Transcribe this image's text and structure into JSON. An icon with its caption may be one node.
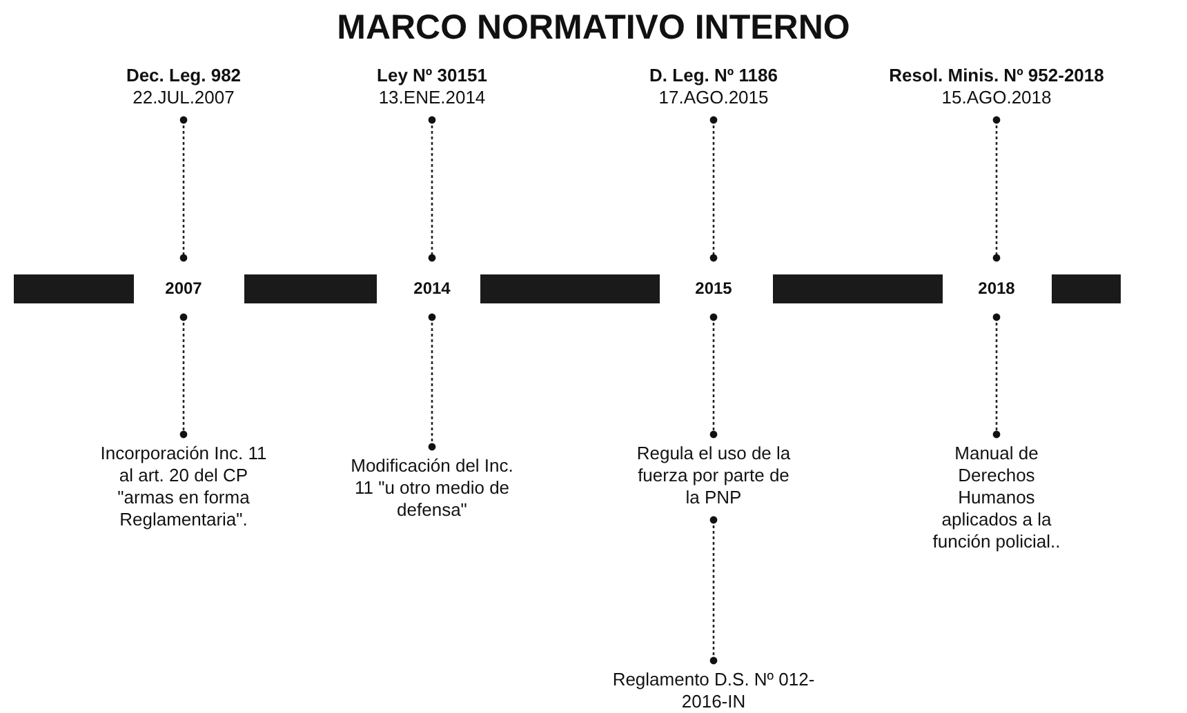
{
  "diagram": {
    "title": "MARCO NORMATIVO INTERNO",
    "nodes": [
      {
        "text": [
          "Dec. Leg. 982",
          "22.JUL.2007"
        ]
      },
      {
        "text": [
          "Ley Nº 30151",
          "13.ENE.2014"
        ]
      },
      {
        "text": [
          "D. Leg. Nº 1186",
          "17.AGO.2015"
        ]
      },
      {
        "text": [
          "Resol. Minis. Nº 952-2018",
          "15.AGO.2018"
        ]
      },
      {
        "text": [
          "2007"
        ]
      },
      {
        "text": [
          "2014"
        ]
      },
      {
        "text": [
          "2015"
        ]
      },
      {
        "text": [
          "2018"
        ]
      },
      {
        "text": [
          "Incorporación Inc. 11 al art. 20 del CP \"armas en forma Reglamentaria\"."
        ]
      },
      {
        "text": [
          "Modificación del Inc. 11 \"u otro medio de defensa\""
        ]
      },
      {
        "text": [
          "Regula el uso de la fuerza por parte de la PNP"
        ]
      },
      {
        "text": [
          "Manual de Derechos Humanos aplicados a la función policial.."
        ]
      },
      {
        "text": [
          "Reglamento D.S. Nº 012-2016-IN"
        ]
      }
    ],
    "edges": [
      {
        "from": 0,
        "to": 4,
        "arrow": "other",
        "style": "dashed"
      },
      {
        "from": 4,
        "to": 8,
        "arrow": "other",
        "style": "dashed"
      },
      {
        "from": 1,
        "to": 5,
        "arrow": "other",
        "style": "dashed"
      },
      {
        "from": 5,
        "to": 9,
        "arrow": "other",
        "style": "dashed"
      },
      {
        "from": 2,
        "to": 6,
        "arrow": "other",
        "style": "dashed"
      },
      {
        "from": 6,
        "to": 10,
        "arrow": "other",
        "style": "dashed"
      },
      {
        "from": 3,
        "to": 7,
        "arrow": "other",
        "style": "dashed"
      },
      {
        "from": 7,
        "to": 11,
        "arrow": "other",
        "style": "dashed"
      },
      {
        "from": 10,
        "to": 12,
        "arrow": "other",
        "style": "dashed"
      }
    ]
  }
}
